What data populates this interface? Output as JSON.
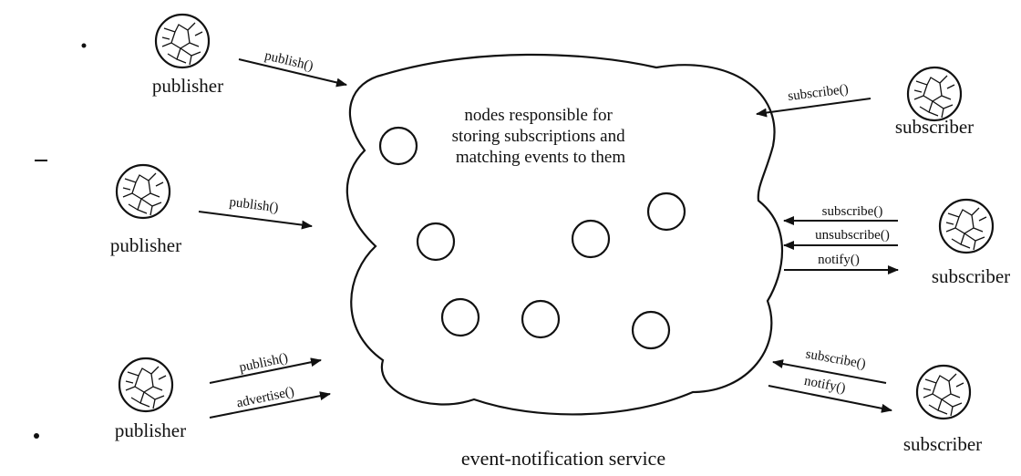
{
  "service": {
    "title": "event-notification service",
    "node_caption": [
      "nodes responsible for",
      "storing subscriptions and",
      "matching events to them"
    ]
  },
  "publishers": [
    {
      "label": "publisher",
      "calls": [
        "publish()"
      ]
    },
    {
      "label": "publisher",
      "calls": [
        "publish()"
      ]
    },
    {
      "label": "publisher",
      "calls": [
        "publish()",
        "advertise()"
      ]
    }
  ],
  "subscribers": [
    {
      "label": "subscriber",
      "calls": [
        "subscribe()"
      ]
    },
    {
      "label": "subscriber",
      "calls": [
        "subscribe()",
        "unsubscribe()",
        "notify()"
      ]
    },
    {
      "label": "subscriber",
      "calls": [
        "subscribe()",
        "notify()"
      ]
    }
  ]
}
